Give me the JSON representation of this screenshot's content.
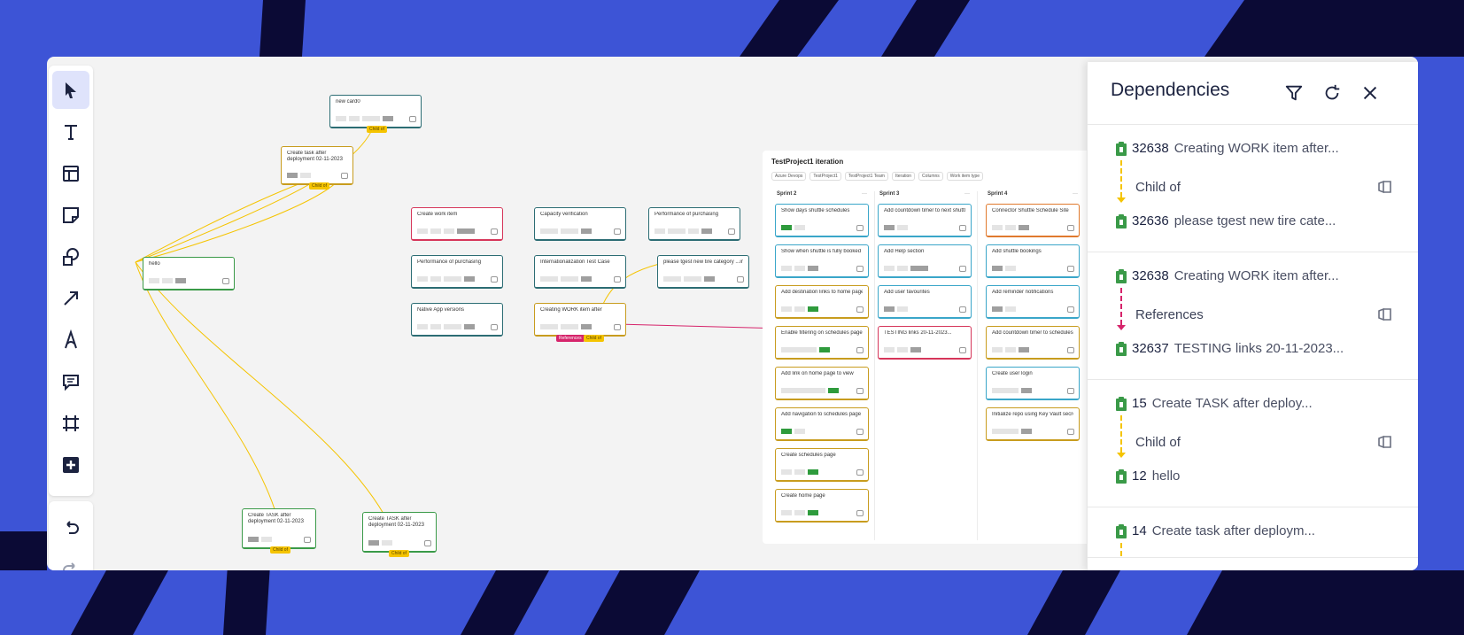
{
  "colors": {
    "background": "#3d54d6",
    "stripe": "#0b0a35",
    "accent": "#dfe3fb",
    "child_of": "#f5c400",
    "references": "#d6246b",
    "work_item_icon": "#3a9a48"
  },
  "toolbar": {
    "tools": [
      {
        "icon": "cursor-icon",
        "active": true
      },
      {
        "icon": "text-icon"
      },
      {
        "icon": "template-icon"
      },
      {
        "icon": "sticky-note-icon"
      },
      {
        "icon": "shapes-icon"
      },
      {
        "icon": "arrow-icon"
      },
      {
        "icon": "pen-icon"
      },
      {
        "icon": "comment-icon"
      },
      {
        "icon": "frame-icon"
      },
      {
        "icon": "add-icon"
      }
    ],
    "history": [
      {
        "icon": "undo-icon"
      },
      {
        "icon": "redo-icon"
      }
    ]
  },
  "canvas": {
    "cards": [
      {
        "title": "new card0"
      },
      {
        "title": "Create task after deployment 02-11-2023"
      },
      {
        "title": "hello"
      },
      {
        "title": "Create work item"
      },
      {
        "title": "Performance of purchasing"
      },
      {
        "title": "Native App versions"
      },
      {
        "title": "Capacity verification"
      },
      {
        "title": "Internationalization Test Case"
      },
      {
        "title": "Creating WORK item after"
      },
      {
        "title": "Performance of purchasing"
      },
      {
        "title": "please tgest new tire category ...in"
      },
      {
        "title": "Create TASK after deployment 02-11-2023"
      },
      {
        "title": "Create TASK after deployment 02-11-2023"
      }
    ],
    "tags": {
      "child_of": "Child of",
      "references": "References"
    }
  },
  "board": {
    "title": "TestProject1 iteration",
    "filters": [
      "Azure Devops",
      "TestProject1",
      "TestProject1 Team",
      "Iteration",
      "Columns",
      "Work item type"
    ],
    "columns": [
      {
        "name": "Sprint 2",
        "cards": [
          "Show days shuttle schedules",
          "Show when shuttle is fully booked",
          "Add destination links to home page",
          "Enable filtering on schedules page",
          "Add link on home page to view",
          "Add navigation to schedules page in",
          "Create schedules page",
          "Create home page"
        ]
      },
      {
        "name": "Sprint 3",
        "cards": [
          "Add countdown timer to next shuttle",
          "Add Help section",
          "Add user favourites",
          "TESTING links 20-11-2023..."
        ]
      },
      {
        "name": "Sprint 4",
        "cards": [
          "Connector Shuttle Schedule Site",
          "Add shuttle bookings",
          "Add reminder notifications",
          "Add countdown timer to schedules",
          "Create user login",
          "Initialize repo using Key Vault secret"
        ]
      }
    ]
  },
  "panel": {
    "title": "Dependencies",
    "filter_icon": "filter-icon",
    "refresh_icon": "refresh-icon",
    "close_icon": "close-icon",
    "dependencies": [
      {
        "from_id": "32638",
        "from_title": "Creating WORK item after...",
        "relation": "Child of",
        "to_id": "32636",
        "to_title": "please tgest new tire cate...",
        "color": "child_of"
      },
      {
        "from_id": "32638",
        "from_title": "Creating WORK item after...",
        "relation": "References",
        "to_id": "32637",
        "to_title": "TESTING links 20-11-2023...",
        "color": "references"
      },
      {
        "from_id": "15",
        "from_title": "Create TASK after deploy...",
        "relation": "Child of",
        "to_id": "12",
        "to_title": "hello",
        "color": "child_of"
      },
      {
        "from_id": "14",
        "from_title": "Create task after deploym...",
        "relation": "",
        "to_id": "",
        "to_title": "",
        "color": "child_of"
      }
    ]
  }
}
